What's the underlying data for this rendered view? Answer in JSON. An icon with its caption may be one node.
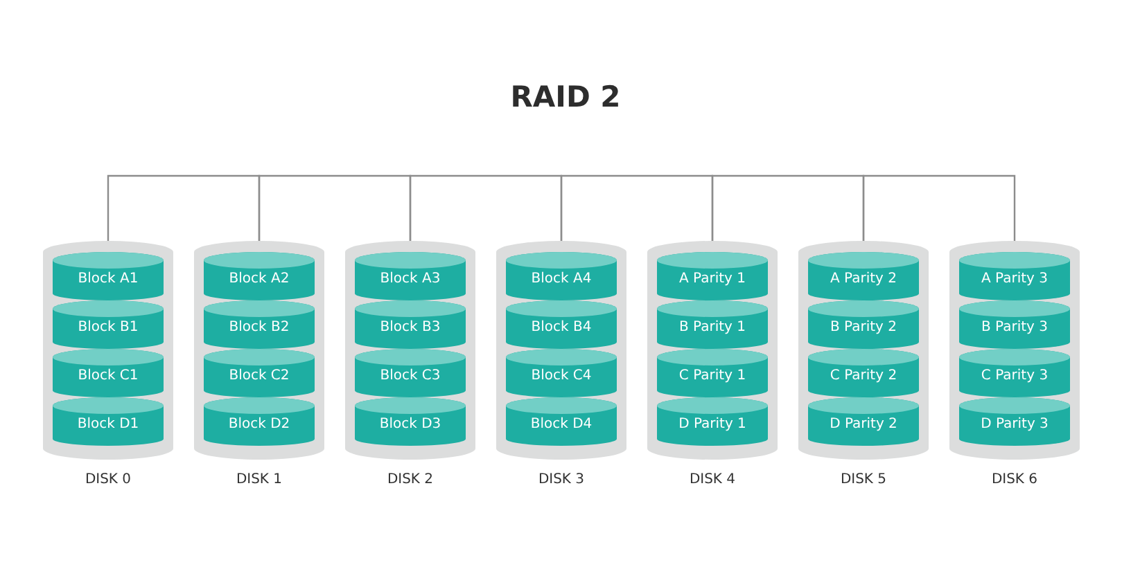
{
  "diagram": {
    "title": "RAID 2",
    "nodes": [
      {
        "text": [
          "DISK 0"
        ]
      },
      {
        "text": [
          "Block A1"
        ],
        "in": 0
      },
      {
        "text": [
          "Block B1"
        ],
        "in": 0
      },
      {
        "text": [
          "Block C1"
        ],
        "in": 0
      },
      {
        "text": [
          "Block D1"
        ],
        "in": 0
      },
      {
        "text": [
          "DISK 1"
        ]
      },
      {
        "text": [
          "Block A2"
        ],
        "in": 5
      },
      {
        "text": [
          "Block B2"
        ],
        "in": 5
      },
      {
        "text": [
          "Block C2"
        ],
        "in": 5
      },
      {
        "text": [
          "Block D2"
        ],
        "in": 5
      },
      {
        "text": [
          "DISK 2"
        ]
      },
      {
        "text": [
          "Block A3"
        ],
        "in": 10
      },
      {
        "text": [
          "Block B3"
        ],
        "in": 10
      },
      {
        "text": [
          "Block C3"
        ],
        "in": 10
      },
      {
        "text": [
          "Block D3"
        ],
        "in": 10
      },
      {
        "text": [
          "DISK 3"
        ]
      },
      {
        "text": [
          "Block A4"
        ],
        "in": 15
      },
      {
        "text": [
          "Block B4"
        ],
        "in": 15
      },
      {
        "text": [
          "Block C4"
        ],
        "in": 15
      },
      {
        "text": [
          "Block D4"
        ],
        "in": 15
      },
      {
        "text": [
          "DISK 4"
        ]
      },
      {
        "text": [
          "A Parity 1"
        ],
        "in": 20
      },
      {
        "text": [
          "B Parity 1"
        ],
        "in": 20
      },
      {
        "text": [
          "C Parity 1"
        ],
        "in": 20
      },
      {
        "text": [
          "D Parity 1"
        ],
        "in": 20
      },
      {
        "text": [
          "DISK 5"
        ]
      },
      {
        "text": [
          "A Parity 2"
        ],
        "in": 25
      },
      {
        "text": [
          "B Parity 2"
        ],
        "in": 25
      },
      {
        "text": [
          "C Parity 2"
        ],
        "in": 25
      },
      {
        "text": [
          "D Parity 2"
        ],
        "in": 25
      },
      {
        "text": [
          "DISK 6"
        ]
      },
      {
        "text": [
          "A Parity 3"
        ],
        "in": 30
      },
      {
        "text": [
          "B Parity 3"
        ],
        "in": 30
      },
      {
        "text": [
          "C Parity 3"
        ],
        "in": 30
      },
      {
        "text": [
          "D Parity 3"
        ],
        "in": 30
      }
    ],
    "edges": [
      {
        "from": 0,
        "to": 5,
        "arrow": "none"
      },
      {
        "from": 5,
        "to": 10,
        "arrow": "none"
      },
      {
        "from": 10,
        "to": 15,
        "arrow": "none"
      },
      {
        "from": 15,
        "to": 20,
        "arrow": "none"
      },
      {
        "from": 20,
        "to": 25,
        "arrow": "none"
      },
      {
        "from": 25,
        "to": 30,
        "arrow": "none"
      }
    ]
  }
}
